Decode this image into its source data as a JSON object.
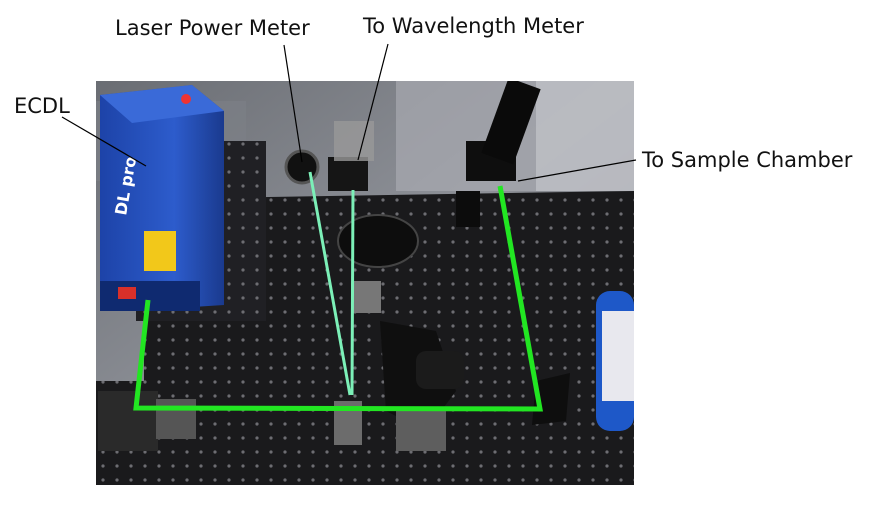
{
  "labels": {
    "laser_power_meter": "Laser Power Meter",
    "wavelength_meter": "To Wavelength Meter",
    "ecdl": "ECDL",
    "sample_chamber": "To Sample Chamber",
    "laser_brand": "DL pro"
  },
  "colors": {
    "beam_main": "#22e622",
    "beam_pickoff": "#7cf0b8",
    "table": "#1a1a1c",
    "laser_body": "#2450b8"
  }
}
